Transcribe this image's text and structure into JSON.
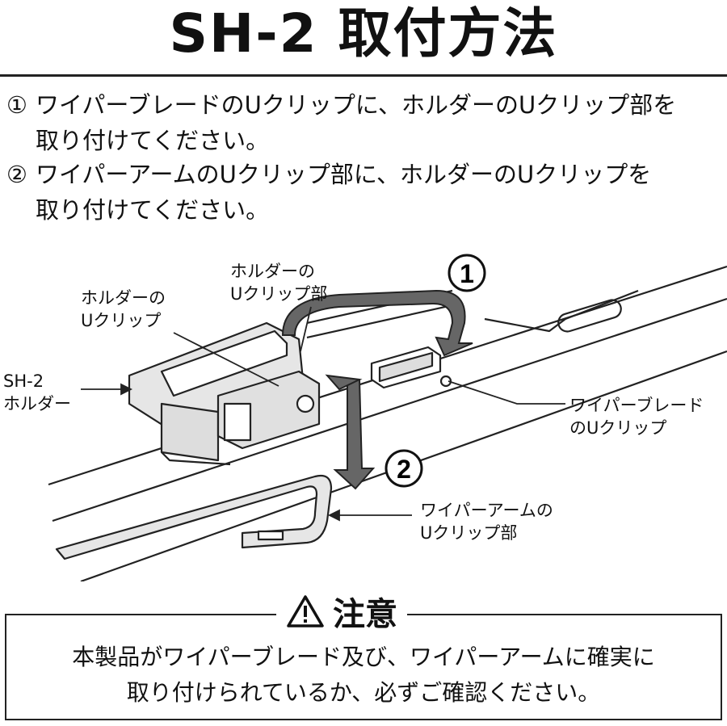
{
  "title": "SH-2 取付方法",
  "steps": [
    {
      "num": "①",
      "line1": "ワイパーブレードのUクリップに、ホルダーのUクリップ部を",
      "line2": "取り付けてください。"
    },
    {
      "num": "②",
      "line1": "ワイパーアームのUクリップ部に、ホルダーのUクリップを",
      "line2": "取り付けてください。"
    }
  ],
  "diagram": {
    "labels": {
      "holder_uclip_part": [
        "ホルダーの",
        "Uクリップ部"
      ],
      "holder_uclip": [
        "ホルダーの",
        "Uクリップ"
      ],
      "sh2_holder": [
        "SH-2",
        "ホルダー"
      ],
      "blade_uclip": [
        "ワイパーブレード",
        "のUクリップ"
      ],
      "arm_uclip_part": [
        "ワイパーアームの",
        "Uクリップ部"
      ]
    },
    "markers": [
      "1",
      "2"
    ]
  },
  "caution": {
    "heading": "注意",
    "line1": "本製品がワイパーブレード及び、ワイパーアームに確実に",
    "line2": "取り付けられているか、必ずご確認ください。"
  }
}
